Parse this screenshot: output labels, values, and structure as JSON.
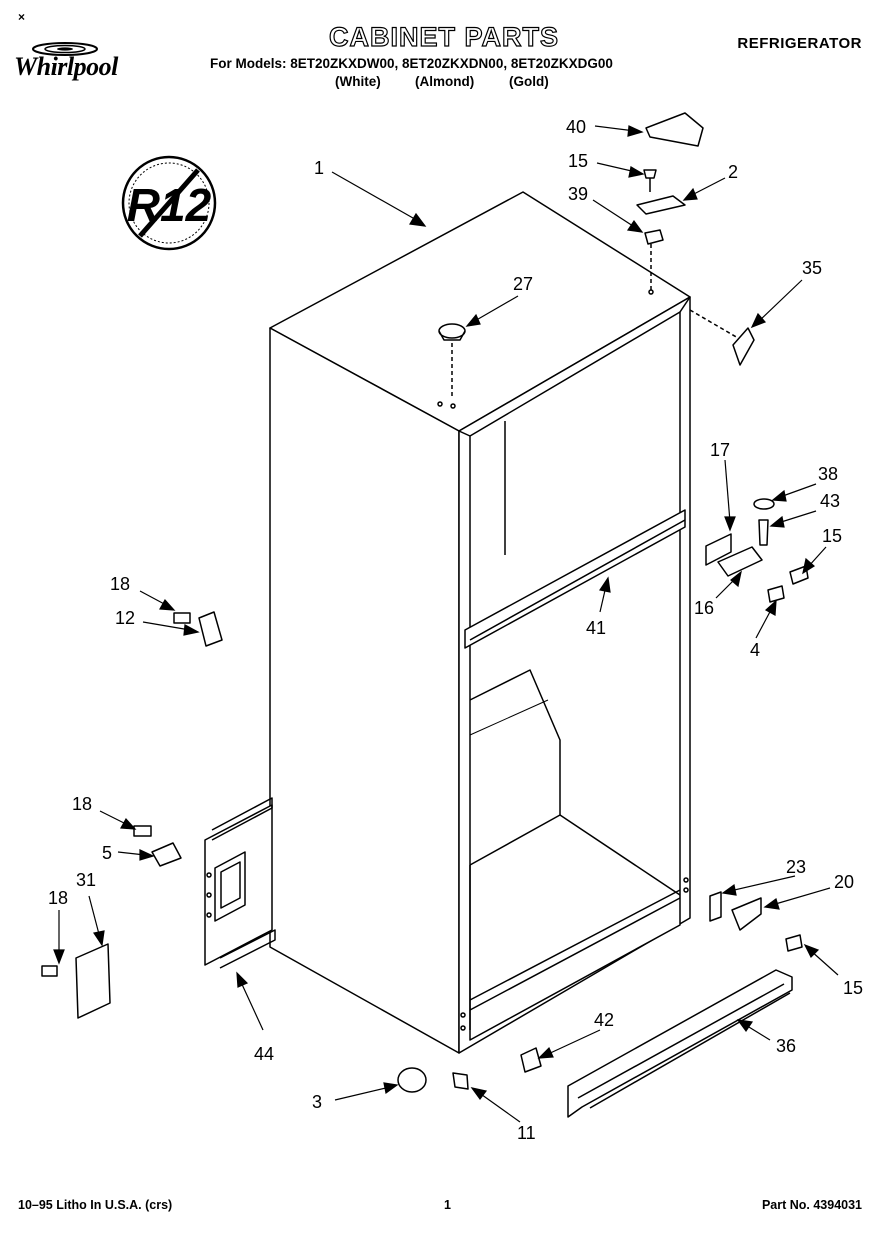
{
  "header": {
    "brand": "Whirlpool",
    "title": "CABINET PARTS",
    "category": "REFRIGERATOR",
    "models_line": "For Models: 8ET20ZKXDW00, 8ET20ZKXDN00, 8ET20ZKXDG00",
    "colors": [
      "(White)",
      "(Almond)",
      "(Gold)"
    ]
  },
  "badge": {
    "text": "R12"
  },
  "parts": [
    {
      "id": "p1",
      "number": "1"
    },
    {
      "id": "p2",
      "number": "2"
    },
    {
      "id": "p3",
      "number": "3"
    },
    {
      "id": "p4",
      "number": "4"
    },
    {
      "id": "p5",
      "number": "5"
    },
    {
      "id": "p11",
      "number": "11"
    },
    {
      "id": "p12",
      "number": "12"
    },
    {
      "id": "p15a",
      "number": "15"
    },
    {
      "id": "p15b",
      "number": "15"
    },
    {
      "id": "p15c",
      "number": "15"
    },
    {
      "id": "p16",
      "number": "16"
    },
    {
      "id": "p17",
      "number": "17"
    },
    {
      "id": "p18a",
      "number": "18"
    },
    {
      "id": "p18b",
      "number": "18"
    },
    {
      "id": "p18c",
      "number": "18"
    },
    {
      "id": "p20",
      "number": "20"
    },
    {
      "id": "p23",
      "number": "23"
    },
    {
      "id": "p27",
      "number": "27"
    },
    {
      "id": "p31",
      "number": "31"
    },
    {
      "id": "p35",
      "number": "35"
    },
    {
      "id": "p36",
      "number": "36"
    },
    {
      "id": "p38",
      "number": "38"
    },
    {
      "id": "p39",
      "number": "39"
    },
    {
      "id": "p40",
      "number": "40"
    },
    {
      "id": "p41",
      "number": "41"
    },
    {
      "id": "p42",
      "number": "42"
    },
    {
      "id": "p43",
      "number": "43"
    },
    {
      "id": "p44",
      "number": "44"
    }
  ],
  "footer": {
    "litho": "10–95 Litho In U.S.A. (crs)",
    "page": "1",
    "part_no": "Part No. 4394031"
  }
}
